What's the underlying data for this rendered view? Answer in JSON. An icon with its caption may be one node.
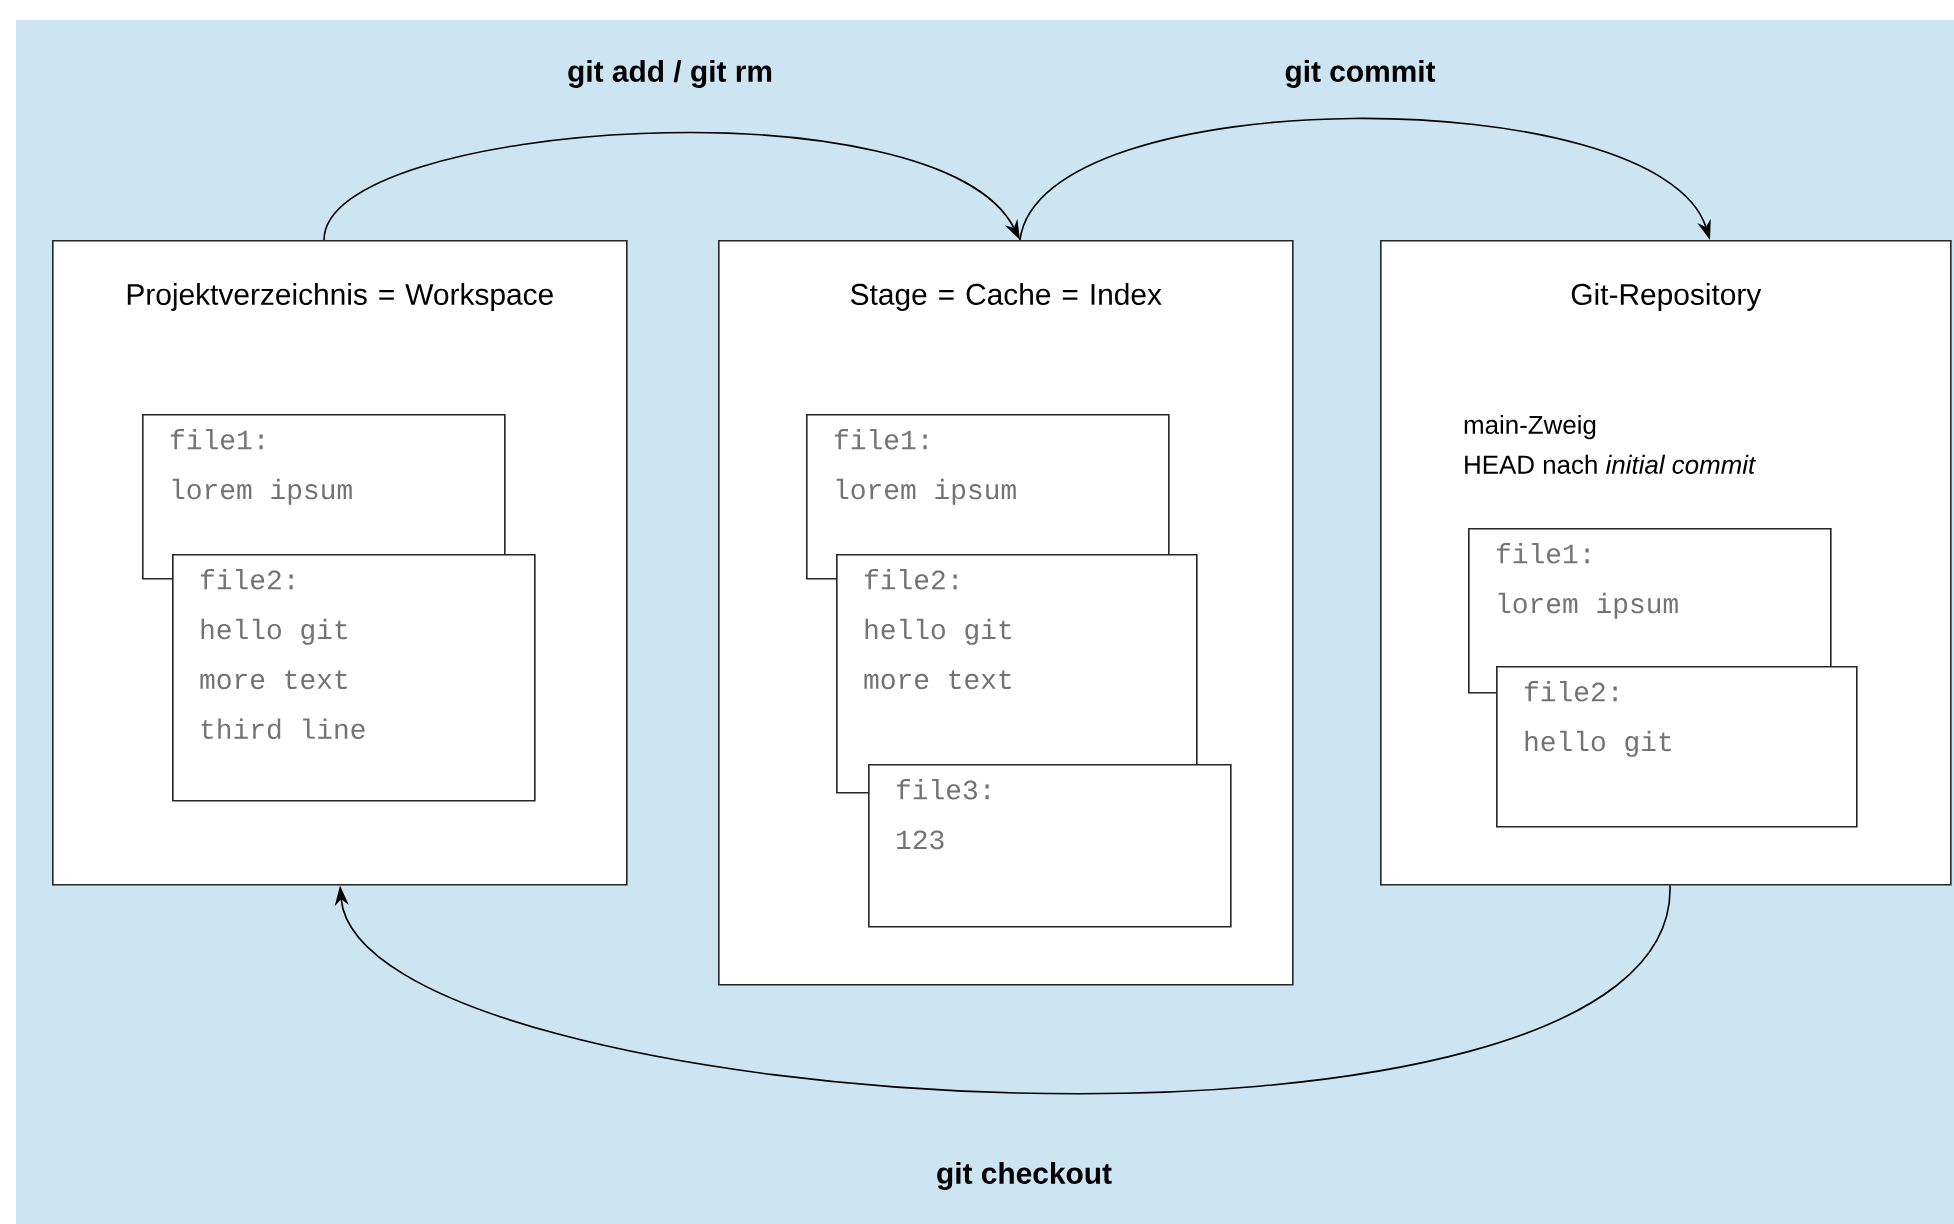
{
  "diagram": {
    "nodes": [
      {
        "text": [
          "Projektverzeichnis = Workspace"
        ]
      },
      {
        "text": [
          "file1:",
          "lorem ipsum"
        ],
        "in": 0
      },
      {
        "text": [
          "file2:",
          "hello git",
          "more text",
          "third line"
        ],
        "in": 0
      },
      {
        "text": [
          "Stage = Cache = Index"
        ]
      },
      {
        "text": [
          "file1:",
          "lorem ipsum"
        ],
        "in": 3
      },
      {
        "text": [
          "file2:",
          "hello git",
          "more text"
        ],
        "in": 3
      },
      {
        "text": [
          "file3:",
          "123"
        ],
        "in": 3
      },
      {
        "text": [
          "Git-Repository",
          "main-Zweig",
          "HEAD nach *initial commit*"
        ]
      },
      {
        "text": [
          "file1:",
          "lorem ipsum"
        ],
        "in": 7
      },
      {
        "text": [
          "file2:",
          "hello git"
        ],
        "in": 7
      }
    ],
    "edges": [
      {
        "from": 0,
        "to": 3,
        "arrow": "to",
        "label": "git add / git rm"
      },
      {
        "from": 3,
        "to": 7,
        "arrow": "to",
        "label": "git commit"
      },
      {
        "from": 7,
        "to": 0,
        "arrow": "to",
        "label": "git checkout"
      }
    ]
  }
}
